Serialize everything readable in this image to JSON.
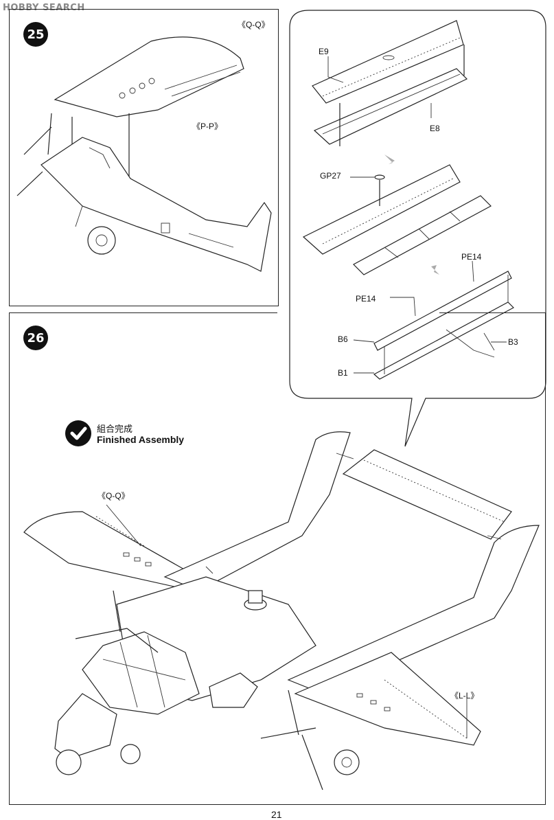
{
  "watermark": "HOBBY SEARCH",
  "page_number": "21",
  "step25": {
    "number": "25",
    "section_qq": "《Q-Q》",
    "section_pp": "《P-P》"
  },
  "step26": {
    "number": "26",
    "finished_cn": "組合完成",
    "finished_en": "Finished Assembly",
    "section_qq": "《Q-Q》",
    "section_ll": "《L-L》"
  },
  "callout": {
    "parts": {
      "e9": "E9",
      "e8": "E8",
      "gp27": "GP27",
      "pe14_top": "PE14",
      "pe14_mid": "PE14",
      "b6": "B6",
      "b3": "B3",
      "b1": "B1"
    }
  }
}
